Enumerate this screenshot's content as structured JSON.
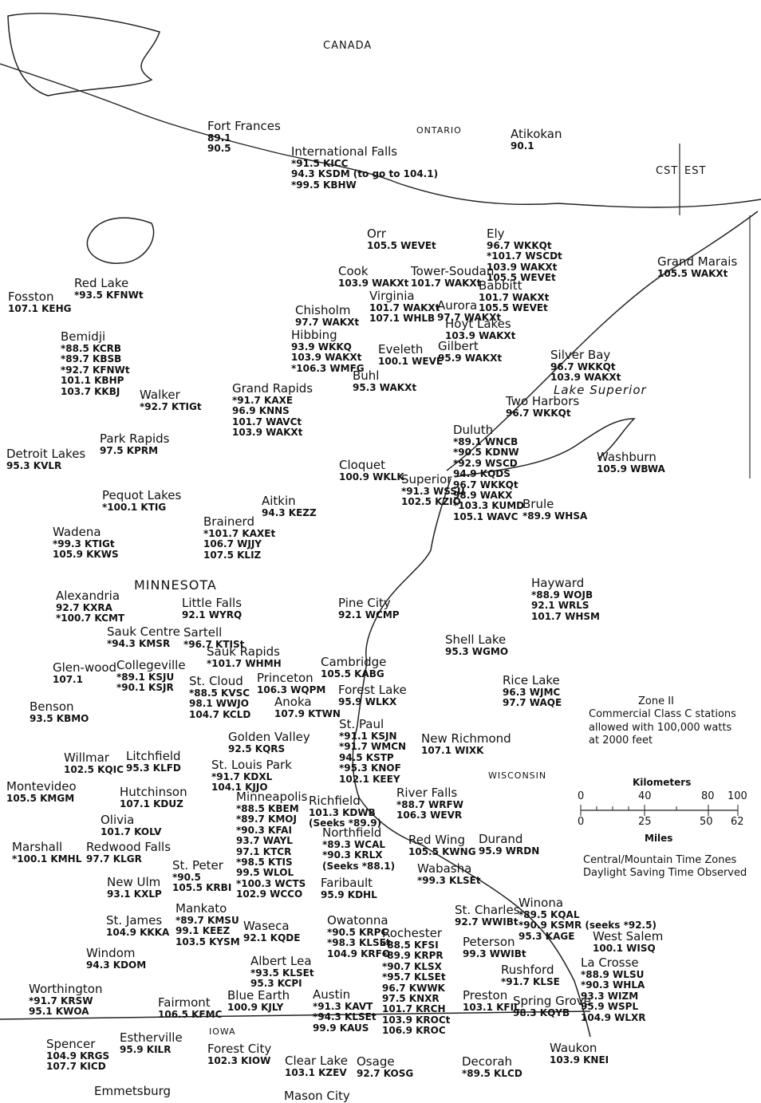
{
  "regions": {
    "canada": "CANADA",
    "ontario": "ONTARIO",
    "minnesota": "MINNESOTA",
    "wisconsin": "WISCONSIN",
    "iowa": "IOWA",
    "lake_superior": "Lake Superior",
    "cst": "CST",
    "est": "EST"
  },
  "zone_note": {
    "title": "Zone II",
    "line1": "Commercial Class C stations",
    "line2": "allowed with 100,000 watts",
    "line3": "at 2000 feet"
  },
  "scale": {
    "km_label": "Kilometers",
    "km_ticks": [
      "0",
      "40",
      "80",
      "100"
    ],
    "mi_ticks": [
      "0",
      "25",
      "50",
      "62"
    ],
    "mi_label": "Miles"
  },
  "time_note": {
    "line1": "Central/Mountain Time Zones",
    "line2": "Daylight Saving Time Observed"
  },
  "cities": [
    {
      "name": "Fort Frances",
      "stations": [
        "89.1",
        "90.5"
      ]
    },
    {
      "name": "International Falls",
      "stations": [
        "*91.5 KICC",
        "94.3 KSDM (to go to 104.1)",
        "*99.5 KBHW"
      ]
    },
    {
      "name": "Atikokan",
      "stations": [
        "90.1"
      ]
    },
    {
      "name": "Orr",
      "stations": [
        "105.5 WEVEt"
      ]
    },
    {
      "name": "Ely",
      "stations": [
        "96.7 WKKQt",
        "*101.7 WSCDt",
        "103.9 WAKXt",
        "105.5 WEVEt"
      ]
    },
    {
      "name": "Grand Marais",
      "stations": [
        "105.5 WAKXt"
      ]
    },
    {
      "name": "Red Lake",
      "stations": [
        "*93.5 KFNWt"
      ]
    },
    {
      "name": "Fosston",
      "stations": [
        "107.1 KEHG"
      ]
    },
    {
      "name": "Cook",
      "stations": [
        "103.9 WAKXt"
      ]
    },
    {
      "name": "Tower-Soudan",
      "stations": [
        "101.7 WAKXt"
      ]
    },
    {
      "name": "Babbitt",
      "stations": [
        "101.7 WAKXt",
        "105.5 WEVEt"
      ]
    },
    {
      "name": "Virginia",
      "stations": [
        "101.7 WAKXt",
        "107.1 WHLB"
      ]
    },
    {
      "name": "Chisholm",
      "stations": [
        "97.7 WAKXt"
      ]
    },
    {
      "name": "Aurora",
      "stations": [
        "97.7 WAKXt"
      ]
    },
    {
      "name": "Hoyt Lakes",
      "stations": [
        "103.9 WAKXt"
      ]
    },
    {
      "name": "Gilbert",
      "stations": [
        "95.9 WAKXt"
      ]
    },
    {
      "name": "Bemidji",
      "stations": [
        "*88.5 KCRB",
        "*89.7 KBSB",
        "*92.7 KFNWt",
        "101.1 KBHP",
        "103.7 KKBJ"
      ]
    },
    {
      "name": "Hibbing",
      "stations": [
        "93.9 WKKQ",
        "103.9 WAKXt",
        "*106.3 WMFG"
      ]
    },
    {
      "name": "Eveleth",
      "stations": [
        "100.1 WEVE"
      ]
    },
    {
      "name": "Buhl",
      "stations": [
        "95.3 WAKXt"
      ]
    },
    {
      "name": "Silver Bay",
      "stations": [
        "96.7 WKKQt",
        "103.9 WAKXt"
      ]
    },
    {
      "name": "Walker",
      "stations": [
        "*92.7 KTIGt"
      ]
    },
    {
      "name": "Grand Rapids",
      "stations": [
        "*91.7 KAXE",
        "96.9 KNNS",
        "101.7 WAVCt",
        "103.9 WAKXt"
      ]
    },
    {
      "name": "Two Harbors",
      "stations": [
        "96.7 WKKQt"
      ]
    },
    {
      "name": "Park Rapids",
      "stations": [
        "97.5 KPRM"
      ]
    },
    {
      "name": "Duluth",
      "stations": [
        "*89.1 WNCB",
        "*90.5 KDNW",
        "*92.9 WSCD",
        "94.9 KQDS",
        "96.7 WKKQt",
        "98.9 WAKX",
        "*103.3 KUMD",
        "105.1 WAVC"
      ]
    },
    {
      "name": "Detroit Lakes",
      "stations": [
        "95.3 KVLR"
      ]
    },
    {
      "name": "Washburn",
      "stations": [
        "105.9 WBWA"
      ]
    },
    {
      "name": "Cloquet",
      "stations": [
        "100.9 WKLK"
      ]
    },
    {
      "name": "Superior",
      "stations": [
        "*91.3 WSSU",
        "102.5 KZIO"
      ]
    },
    {
      "name": "Pequot Lakes",
      "stations": [
        "*100.1 KTIG"
      ]
    },
    {
      "name": "Brule",
      "stations": [
        "*89.9 WHSA"
      ]
    },
    {
      "name": "Aitkin",
      "stations": [
        "94.3 KEZZ"
      ]
    },
    {
      "name": "Brainerd",
      "stations": [
        "*101.7 KAXEt",
        "106.7 WJJY",
        "107.5 KLIZ"
      ]
    },
    {
      "name": "Wadena",
      "stations": [
        "*99.3 KTIGt",
        "105.9 KKWS"
      ]
    },
    {
      "name": "Hayward",
      "stations": [
        "*88.9 WOJB",
        "92.1 WRLS",
        "101.7 WHSM"
      ]
    },
    {
      "name": "Alexandria",
      "stations": [
        "92.7 KXRA",
        "*100.7 KCMT"
      ]
    },
    {
      "name": "Little Falls",
      "stations": [
        "92.1 WYRQ"
      ]
    },
    {
      "name": "Pine City",
      "stations": [
        "92.1 WCMP"
      ]
    },
    {
      "name": "Sauk Centre",
      "stations": [
        "*94.3 KMSR"
      ]
    },
    {
      "name": "Sartell",
      "stations": [
        "*96.7 KTISt"
      ]
    },
    {
      "name": "Sauk Rapids",
      "stations": [
        "*101.7 WHMH"
      ]
    },
    {
      "name": "Shell Lake",
      "stations": [
        "95.3 WGMO"
      ]
    },
    {
      "name": "Glen-wood",
      "stations": [
        "107.1"
      ]
    },
    {
      "name": "Collegeville",
      "stations": [
        "*89.1 KSJU",
        "*90.1 KSJR"
      ]
    },
    {
      "name": "Cambridge",
      "stations": [
        "105.5 KABG"
      ]
    },
    {
      "name": "Rice Lake",
      "stations": [
        "96.3 WJMC",
        "97.7 WAQE"
      ]
    },
    {
      "name": "St. Cloud",
      "stations": [
        "*88.5 KVSC",
        "98.1 WWJO",
        "104.7 KCLD"
      ]
    },
    {
      "name": "Princeton",
      "stations": [
        "106.3 WQPM"
      ]
    },
    {
      "name": "Forest Lake",
      "stations": [
        "95.9 WLKX"
      ]
    },
    {
      "name": "Benson",
      "stations": [
        "93.5 KBMO"
      ]
    },
    {
      "name": "Anoka",
      "stations": [
        "107.9 KTWN"
      ]
    },
    {
      "name": "St. Paul",
      "stations": [
        "*91.1 KSJN",
        "*91.7 WMCN",
        "94.5 KSTP",
        "*95.3 KNOF",
        "102.1 KEEY"
      ]
    },
    {
      "name": "New Richmond",
      "stations": [
        "107.1 WIXK"
      ]
    },
    {
      "name": "Golden Valley",
      "stations": [
        "92.5 KQRS"
      ]
    },
    {
      "name": "Willmar",
      "stations": [
        "102.5 KQIC"
      ]
    },
    {
      "name": "Litchfield",
      "stations": [
        "95.3 KLFD"
      ]
    },
    {
      "name": "St. Louis Park",
      "stations": [
        "*91.7 KDXL",
        "104.1 KJJO"
      ]
    },
    {
      "name": "Montevideo",
      "stations": [
        "105.5 KMGM"
      ]
    },
    {
      "name": "Hutchinson",
      "stations": [
        "107.1 KDUZ"
      ]
    },
    {
      "name": "River Falls",
      "stations": [
        "*88.7 WRFW",
        "106.3 WEVR"
      ]
    },
    {
      "name": "Minneapolis",
      "stations": [
        "*88.5 KBEM",
        "*89.7 KMOJ",
        "*90.3 KFAI",
        "93.7 WAYL",
        "97.1 KTCR",
        "*98.5 KTIS",
        "99.5 WLOL",
        "*100.3 WCTS",
        "102.9 WCCO"
      ]
    },
    {
      "name": "Richfield",
      "stations": [
        "101.3 KDWB",
        "(Seeks *89.9)"
      ]
    },
    {
      "name": "Olivia",
      "stations": [
        "101.7 KOLV"
      ]
    },
    {
      "name": "Northfield",
      "stations": [
        "*89.3 WCAL",
        "*90.3 KRLX",
        "(Seeks *88.1)"
      ]
    },
    {
      "name": "Red Wing",
      "stations": [
        "105.5 KWNG"
      ]
    },
    {
      "name": "Durand",
      "stations": [
        "95.9 WRDN"
      ]
    },
    {
      "name": "Marshall",
      "stations": [
        "*100.1 KMHL"
      ]
    },
    {
      "name": "Redwood Falls",
      "stations": [
        "97.7 KLGR"
      ]
    },
    {
      "name": "Wabasha",
      "stations": [
        "*99.3 KLSEt"
      ]
    },
    {
      "name": "St. Peter",
      "stations": [
        "*90.5",
        "105.5 KRBI"
      ]
    },
    {
      "name": "New Ulm",
      "stations": [
        "93.1 KXLP"
      ]
    },
    {
      "name": "Faribault",
      "stations": [
        "95.9 KDHL"
      ]
    },
    {
      "name": "Winona",
      "stations": [
        "*89.5 KQAL",
        "*90.9 KSMR (seeks *92.5)",
        "95.3 KAGE"
      ]
    },
    {
      "name": "Mankato",
      "stations": [
        "*89.7 KMSU",
        "99.1 KEEZ",
        "103.5 KYSM"
      ]
    },
    {
      "name": "St. Charles",
      "stations": [
        "92.7 WWIBt"
      ]
    },
    {
      "name": "St. James",
      "stations": [
        "104.9 KKKA"
      ]
    },
    {
      "name": "Waseca",
      "stations": [
        "92.1 KQDE"
      ]
    },
    {
      "name": "Owatonna",
      "stations": [
        "*90.5 KRPC",
        "*98.3 KLSEt",
        "104.9 KRFO"
      ]
    },
    {
      "name": "Rochester",
      "stations": [
        "*88.5 KFSI",
        "*89.9 KRPR",
        "*90.7 KLSX",
        "*95.7 KLSEt",
        "96.7 KWWK",
        "97.5 KNXR",
        "101.7 KRCH",
        "103.9 KROCt",
        "106.9 KROC"
      ]
    },
    {
      "name": "Peterson",
      "stations": [
        "99.3 WWIBt"
      ]
    },
    {
      "name": "West Salem",
      "stations": [
        "100.1 WISQ"
      ]
    },
    {
      "name": "Windom",
      "stations": [
        "94.3 KDOM"
      ]
    },
    {
      "name": "Albert Lea",
      "stations": [
        "*93.5 KLSEt",
        "95.3 KCPI"
      ]
    },
    {
      "name": "Rushford",
      "stations": [
        "*91.7 KLSE"
      ]
    },
    {
      "name": "La Crosse",
      "stations": [
        "*88.9 WLSU",
        "*90.3 WHLA",
        "93.3 WIZM",
        "95.9 WSPL",
        "104.9 WLXR"
      ]
    },
    {
      "name": "Worthington",
      "stations": [
        "*91.7 KRSW",
        "95.1 KWOA"
      ]
    },
    {
      "name": "Fairmont",
      "stations": [
        "106.5 KFMC"
      ]
    },
    {
      "name": "Blue Earth",
      "stations": [
        "100.9 KJLY"
      ]
    },
    {
      "name": "Austin",
      "stations": [
        "*91.3 KAVT",
        "*94.3 KLSEt",
        "99.9 KAUS"
      ]
    },
    {
      "name": "Preston",
      "stations": [
        "103.1 KFIL"
      ]
    },
    {
      "name": "Spring Grove",
      "stations": [
        "98.3 KQYB"
      ]
    },
    {
      "name": "Estherville",
      "stations": [
        "95.9 KILR"
      ]
    },
    {
      "name": "Spencer",
      "stations": [
        "104.9 KRGS",
        "107.7 KICD"
      ]
    },
    {
      "name": "Forest City",
      "stations": [
        "102.3 KIOW"
      ]
    },
    {
      "name": "Clear Lake",
      "stations": [
        "103.1 KZEV"
      ]
    },
    {
      "name": "Osage",
      "stations": [
        "92.7 KOSG"
      ]
    },
    {
      "name": "Decorah",
      "stations": [
        "*89.5 KLCD"
      ]
    },
    {
      "name": "Waukon",
      "stations": [
        "103.9 KNEI"
      ]
    },
    {
      "name": "Emmetsburg",
      "stations": []
    },
    {
      "name": "Mason City",
      "stations": []
    }
  ]
}
